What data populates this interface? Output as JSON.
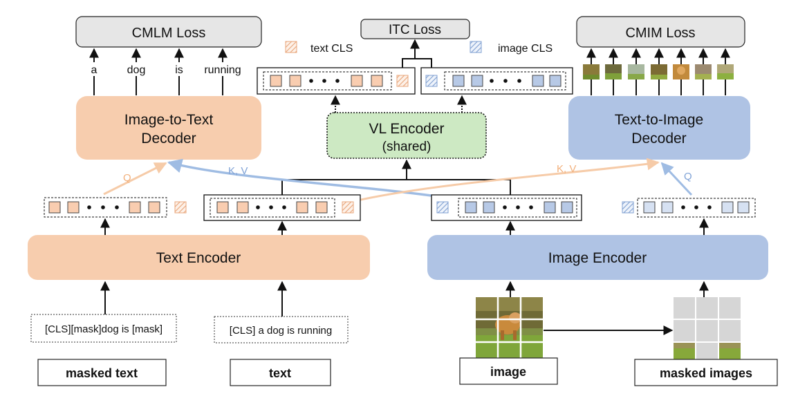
{
  "losses": {
    "cmlm": "CMLM Loss",
    "itc": "ITC Loss",
    "cmim": "CMIM Loss"
  },
  "legend": {
    "text_cls": "text CLS",
    "image_cls": "image CLS"
  },
  "words": [
    "a",
    "dog",
    "is",
    "running"
  ],
  "modules": {
    "i2t_line1": "Image-to-Text",
    "i2t_line2": "Decoder",
    "vl_line1": "VL Encoder",
    "vl_line2": "(shared)",
    "t2i_line1": "Text-to-Image",
    "t2i_line2": "Decoder",
    "text_encoder": "Text Encoder",
    "image_encoder": "Image Encoder"
  },
  "attention": {
    "q_left": "Q",
    "kv_left": "K, V",
    "kv_right": "K, V",
    "q_right": "Q"
  },
  "inputs": {
    "masked_text_content": "[CLS][mask]dog is [mask]",
    "text_content": "[CLS] a dog is running"
  },
  "bottom_labels": {
    "masked_text": "masked text",
    "text": "text",
    "image": "image",
    "masked_images": "masked images"
  },
  "colors": {
    "text_token": "#F9CDB0",
    "image_token": "#B7C9E6",
    "encoder_orange": "#F7CDAE",
    "encoder_blue": "#AFC3E4",
    "vl_green": "#CDE9C3",
    "loss_gray": "#E6E6E6",
    "arrow_orange": "#F6CBA8",
    "arrow_blue": "#9FBCE3"
  }
}
